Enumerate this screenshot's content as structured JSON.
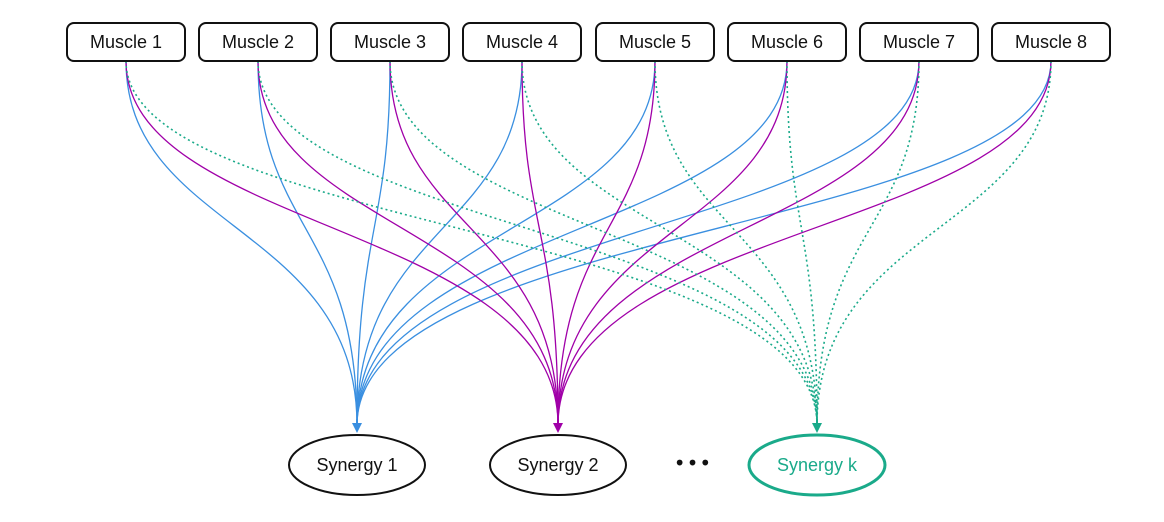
{
  "muscles": [
    {
      "label": "Muscle 1"
    },
    {
      "label": "Muscle 2"
    },
    {
      "label": "Muscle 3"
    },
    {
      "label": "Muscle 4"
    },
    {
      "label": "Muscle 5"
    },
    {
      "label": "Muscle 6"
    },
    {
      "label": "Muscle 7"
    },
    {
      "label": "Muscle 8"
    }
  ],
  "synergies": [
    {
      "label": "Synergy 1",
      "color": "#3a8fe0",
      "text_color": "#111111",
      "border_color": "#111111"
    },
    {
      "label": "Synergy 2",
      "color": "#a000a8",
      "text_color": "#111111",
      "border_color": "#111111"
    },
    {
      "label": "Synergy k",
      "color": "#1aaa8a",
      "text_color": "#1aaa8a",
      "border_color": "#1aaa8a"
    }
  ],
  "ellipsis": "•••",
  "connections": [
    {
      "muscle": 0,
      "synergy": 0,
      "style": "solid"
    },
    {
      "muscle": 1,
      "synergy": 0,
      "style": "solid"
    },
    {
      "muscle": 2,
      "synergy": 0,
      "style": "solid"
    },
    {
      "muscle": 3,
      "synergy": 0,
      "style": "solid"
    },
    {
      "muscle": 4,
      "synergy": 0,
      "style": "solid"
    },
    {
      "muscle": 5,
      "synergy": 0,
      "style": "solid"
    },
    {
      "muscle": 6,
      "synergy": 0,
      "style": "solid"
    },
    {
      "muscle": 7,
      "synergy": 0,
      "style": "solid"
    },
    {
      "muscle": 0,
      "synergy": 1,
      "style": "solid"
    },
    {
      "muscle": 1,
      "synergy": 1,
      "style": "solid"
    },
    {
      "muscle": 2,
      "synergy": 1,
      "style": "solid"
    },
    {
      "muscle": 3,
      "synergy": 1,
      "style": "solid"
    },
    {
      "muscle": 4,
      "synergy": 1,
      "style": "solid"
    },
    {
      "muscle": 5,
      "synergy": 1,
      "style": "solid"
    },
    {
      "muscle": 6,
      "synergy": 1,
      "style": "solid"
    },
    {
      "muscle": 7,
      "synergy": 1,
      "style": "solid"
    },
    {
      "muscle": 0,
      "synergy": 2,
      "style": "dotted"
    },
    {
      "muscle": 1,
      "synergy": 2,
      "style": "dotted"
    },
    {
      "muscle": 2,
      "synergy": 2,
      "style": "dotted"
    },
    {
      "muscle": 3,
      "synergy": 2,
      "style": "dotted"
    },
    {
      "muscle": 4,
      "synergy": 2,
      "style": "dotted"
    },
    {
      "muscle": 5,
      "synergy": 2,
      "style": "dotted"
    },
    {
      "muscle": 6,
      "synergy": 2,
      "style": "dotted"
    },
    {
      "muscle": 7,
      "synergy": 2,
      "style": "dotted"
    }
  ]
}
